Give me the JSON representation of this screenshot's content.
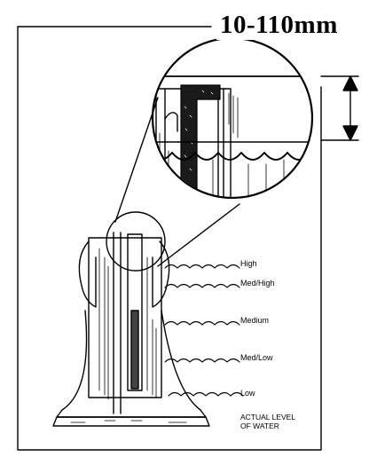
{
  "measurement": "10-110mm",
  "levels": [
    "High",
    "Med/High",
    "Medium",
    "Med/Low",
    "Low"
  ],
  "caption": {
    "line1": "ACTUAL LEVEL",
    "line2": "OF WATER"
  }
}
